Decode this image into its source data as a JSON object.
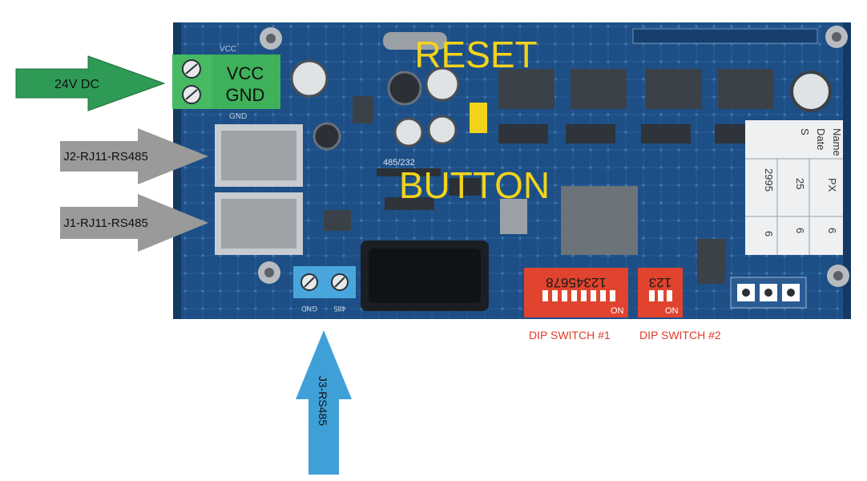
{
  "arrows": {
    "power": {
      "label": "24V DC",
      "color": "#2e9a55"
    },
    "j2": {
      "label": "J2-RJ11-RS485",
      "color": "#9a9a9a"
    },
    "j1": {
      "label": "J1-RJ11-RS485",
      "color": "#9a9a9a"
    },
    "j3": {
      "label": "J3-RS485",
      "color": "#3fa0d8"
    }
  },
  "power_terminal": {
    "line1": "VCC",
    "line2": "GND",
    "color": "#3fb15a"
  },
  "board_marks": {
    "vcc_silk": "VCC",
    "gnd_silk": "GND",
    "selector": "485/232",
    "term_left": "GND",
    "term_right": "485",
    "dip1_numbers": "12345678",
    "dip2_numbers": "123",
    "on": "ON",
    "sticker": {
      "header": [
        "Name",
        "Date",
        "S"
      ],
      "values": [
        "2995",
        "25",
        "PX"
      ],
      "bottom": [
        "6",
        "6",
        "6"
      ]
    }
  },
  "callouts": {
    "reset": "RESET",
    "button": "BUTTON",
    "dip1": "DIP SWITCH #1",
    "dip2": "DIP SWITCH #2"
  },
  "colors": {
    "pcb": "#1d4f86",
    "pcb_dark": "#143a64",
    "callout_yellow": "#f2d31a",
    "dip_red": "#e0442e",
    "connector_gray": "#9ea3a8",
    "chip": "#3b4148"
  }
}
